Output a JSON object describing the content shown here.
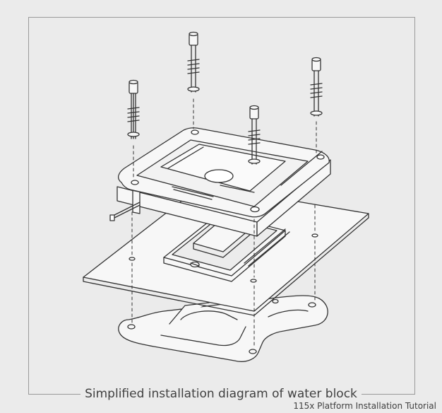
{
  "diagram": {
    "caption": "Simplified installation diagram of water block",
    "subcaption": "115x Platform  Installation Tutorial",
    "colors": {
      "background": "#ebebeb",
      "line": "#333333",
      "frame": "#9a9a9a",
      "fill": "#f7f7f7"
    },
    "parts": [
      "screw",
      "spring",
      "water-block",
      "motherboard",
      "cpu",
      "socket",
      "backplate"
    ],
    "screw_count": 4
  }
}
